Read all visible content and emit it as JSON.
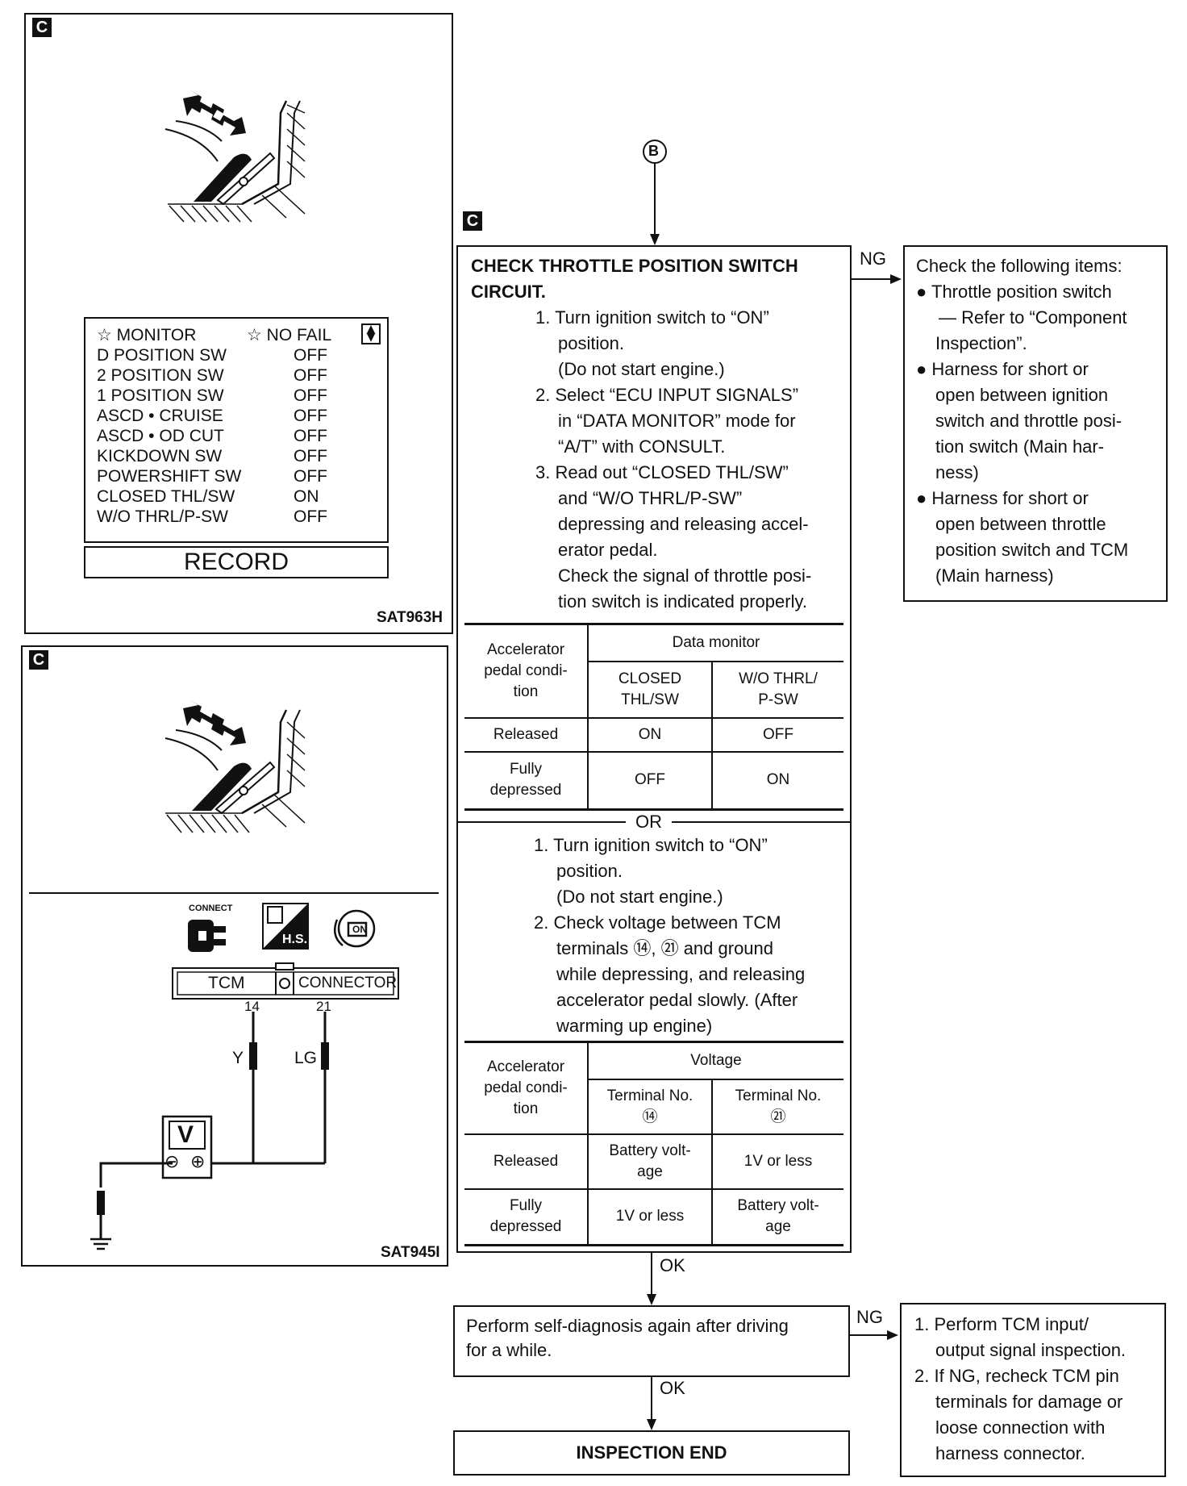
{
  "fig1": {
    "badge": "C",
    "monitor_header_left": "☆ MONITOR",
    "monitor_header_right": "☆ NO FAIL",
    "rows": [
      {
        "name": "D POSITION SW",
        "value": "OFF"
      },
      {
        "name": "2 POSITION SW",
        "value": "OFF"
      },
      {
        "name": "1 POSITION SW",
        "value": "OFF"
      },
      {
        "name": "ASCD • CRUISE",
        "value": "OFF"
      },
      {
        "name": "ASCD • OD CUT",
        "value": "OFF"
      },
      {
        "name": "KICKDOWN SW",
        "value": "OFF"
      },
      {
        "name": "POWERSHIFT SW",
        "value": "OFF"
      },
      {
        "name": "CLOSED THL/SW",
        "value": "ON"
      },
      {
        "name": "W/O THRL/P-SW",
        "value": "OFF"
      }
    ],
    "record_button": "RECORD",
    "figure_id": "SAT963H"
  },
  "fig2": {
    "badge": "C",
    "connect_label": "CONNECT",
    "hs_label": "H.S.",
    "on_label": "ON",
    "tcm_label": "TCM",
    "connector_label": "CONNECTOR",
    "pin_14": "14",
    "pin_21": "21",
    "wire_y": "Y",
    "wire_lg": "LG",
    "meter": "V",
    "minus": "⊖",
    "plus": "⊕",
    "figure_id": "SAT945I"
  },
  "flow": {
    "badge": "C",
    "connector_b": "B",
    "check_title_1": "CHECK THROTTLE POSITION SWITCH",
    "check_title_2": "CIRCUIT.",
    "steps_a": [
      "1. Turn ignition switch to “ON”",
      "position.",
      "(Do not start engine.)",
      "2. Select “ECU INPUT SIGNALS”",
      "in “DATA MONITOR” mode for",
      "“A/T” with CONSULT.",
      "3. Read out “CLOSED THL/SW”",
      "and “W/O THRL/P-SW”",
      "depressing and releasing accel-",
      "erator pedal.",
      "Check the signal of throttle posi-",
      "tion switch is indicated properly."
    ],
    "table1": {
      "col0": [
        "Accelerator",
        "pedal condi-",
        "tion"
      ],
      "group": "Data monitor",
      "col1": [
        "CLOSED",
        "THL/SW"
      ],
      "col2": [
        "W/O THRL/",
        "P-SW"
      ],
      "rows": [
        {
          "cond": [
            "Released"
          ],
          "a": "ON",
          "b": "OFF"
        },
        {
          "cond": [
            "Fully",
            "depressed"
          ],
          "a": "OFF",
          "b": "ON"
        }
      ]
    },
    "or_label": "OR",
    "steps_b": [
      "1. Turn ignition switch to “ON”",
      "position.",
      "(Do not start engine.)",
      "2. Check voltage between TCM",
      "terminals ⑭, ㉑ and ground",
      "while depressing, and releasing",
      "accelerator pedal slowly. (After",
      "warming up engine)"
    ],
    "table2": {
      "col0": [
        "Accelerator",
        "pedal condi-",
        "tion"
      ],
      "group": "Voltage",
      "col1": [
        "Terminal No.",
        "⑭"
      ],
      "col2": [
        "Terminal No.",
        "㉑"
      ],
      "rows": [
        {
          "cond": [
            "Released"
          ],
          "a": [
            "Battery volt-",
            "age"
          ],
          "b": [
            "1V or less"
          ]
        },
        {
          "cond": [
            "Fully",
            "depressed"
          ],
          "a": [
            "1V or less"
          ],
          "b": [
            "Battery volt-",
            "age"
          ]
        }
      ]
    },
    "ng_1": "NG",
    "ng_box_1": [
      "Check the following items:",
      "● Throttle position switch",
      "— Refer to “Component",
      "Inspection”.",
      "● Harness for short or",
      "open between ignition",
      "switch and throttle posi-",
      "tion switch (Main har-",
      "ness)",
      "● Harness for short or",
      "open between throttle",
      "position switch and TCM",
      "(Main harness)"
    ],
    "ok_1": "OK",
    "self_diag": [
      "Perform self-diagnosis again after driving",
      "for a while."
    ],
    "ng_2": "NG",
    "ng_box_2": [
      "1. Perform TCM input/",
      "output signal inspection.",
      "2. If NG, recheck TCM pin",
      "terminals for damage or",
      "loose connection with",
      "harness connector."
    ],
    "ok_2": "OK",
    "end": "INSPECTION END"
  }
}
